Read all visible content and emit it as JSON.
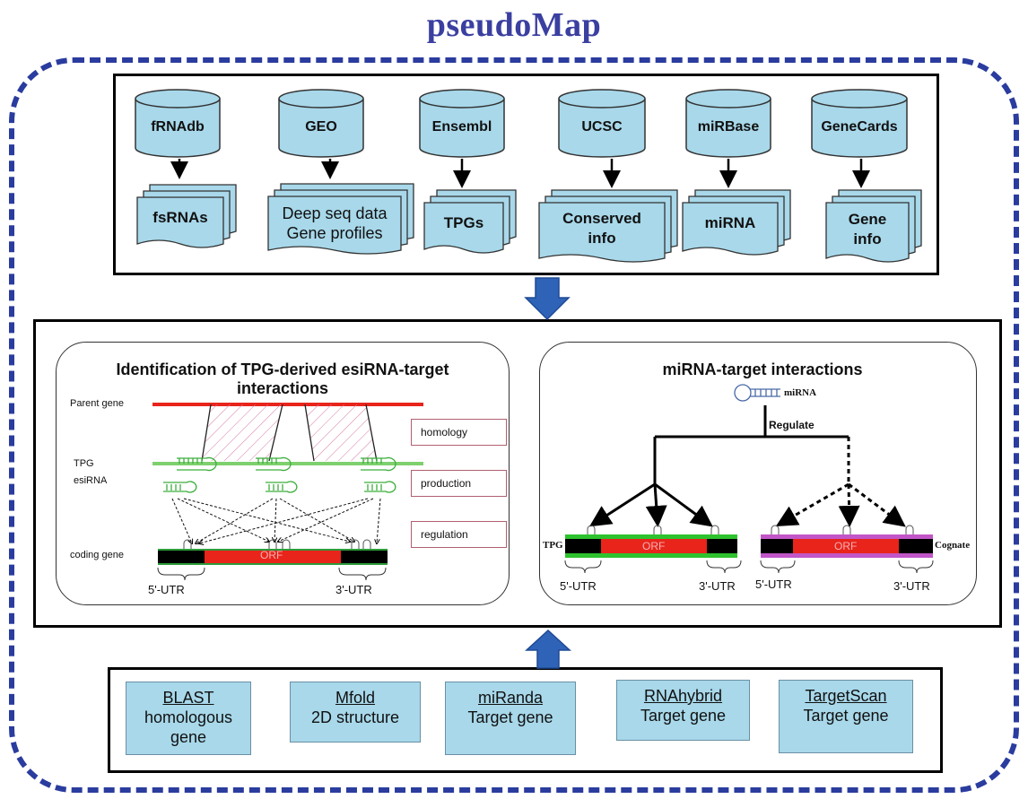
{
  "title": "pseudoMap",
  "databases": [
    {
      "name": "fRNAdb",
      "output": "fsRNAs"
    },
    {
      "name": "GEO",
      "output": "Deep seq data\nGene profiles"
    },
    {
      "name": "Ensembl",
      "output": "TPGs"
    },
    {
      "name": "UCSC",
      "output": "Conserved\ninfo"
    },
    {
      "name": "miRBase",
      "output": "miRNA"
    },
    {
      "name": "GeneCards",
      "output": "Gene\ninfo"
    }
  ],
  "left_panel": {
    "title": "Identification of TPG-derived esiRNA-target interactions",
    "labels": {
      "parent_gene": "Parent gene",
      "tpg": "TPG",
      "esirna": "esiRNA",
      "coding_gene": "coding gene",
      "orf": "ORF",
      "utr5": "5'-UTR",
      "utr3": "3'-UTR"
    },
    "tags": [
      "homology",
      "production",
      "regulation"
    ]
  },
  "right_panel": {
    "title": "miRNA-target interactions",
    "mirna": "miRNA",
    "regulate": "Regulate",
    "tpg": "TPG",
    "cognate": "Cognate",
    "orf": "ORF",
    "utr5": "5'-UTR",
    "utr3": "3'-UTR"
  },
  "tools": [
    {
      "name": "BLAST",
      "desc": "homologous\ngene"
    },
    {
      "name": "Mfold",
      "desc": "2D structure"
    },
    {
      "name": "miRanda",
      "desc": "Target gene"
    },
    {
      "name": "RNAhybrid",
      "desc": "Target gene"
    },
    {
      "name": "TargetScan",
      "desc": "Target gene"
    }
  ],
  "colors": {
    "accent": "#2a3c9e",
    "db_fill": "#a8d8ea",
    "arrow_blue": "#2f63b8",
    "red": "#e8241b",
    "green": "#3cbf3c",
    "magenta": "#c256c8"
  }
}
